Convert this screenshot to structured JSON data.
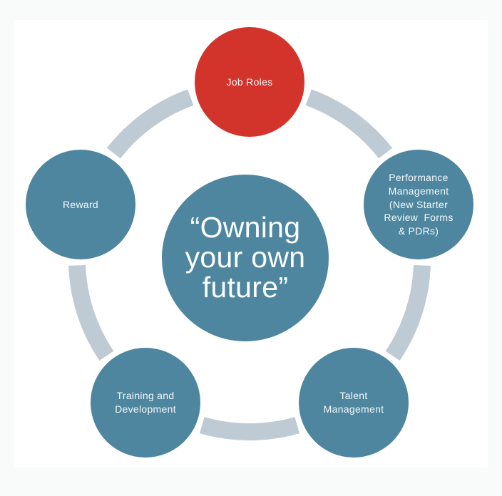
{
  "diagram": {
    "type": "cycle-smartart",
    "center": {
      "label": [
        "“Owning",
        "your own",
        "future”"
      ]
    },
    "nodes": [
      {
        "id": "job-roles",
        "position": "top",
        "color": "#d2342c",
        "label": [
          "Job Roles"
        ]
      },
      {
        "id": "performance-management",
        "position": "right",
        "color": "#4e86a0",
        "label": [
          "Performance",
          "Management",
          "(New Starter",
          "Review  Forms",
          "& PDRs)"
        ]
      },
      {
        "id": "talent-management",
        "position": "bottom-right",
        "color": "#4e86a0",
        "label": [
          "Talent",
          "Management"
        ]
      },
      {
        "id": "training-and-development",
        "position": "bottom-left",
        "color": "#4e86a0",
        "label": [
          "Training and",
          "Development"
        ]
      },
      {
        "id": "reward",
        "position": "left",
        "color": "#4e86a0",
        "label": [
          "Reward"
        ]
      }
    ],
    "colors": {
      "node_teal": "#4e86a0",
      "node_red": "#d2342c",
      "ring": "#bfcbd4",
      "text": "#ffffff",
      "slide_background": "#ffffff",
      "page_background": "#f9fafa"
    }
  }
}
